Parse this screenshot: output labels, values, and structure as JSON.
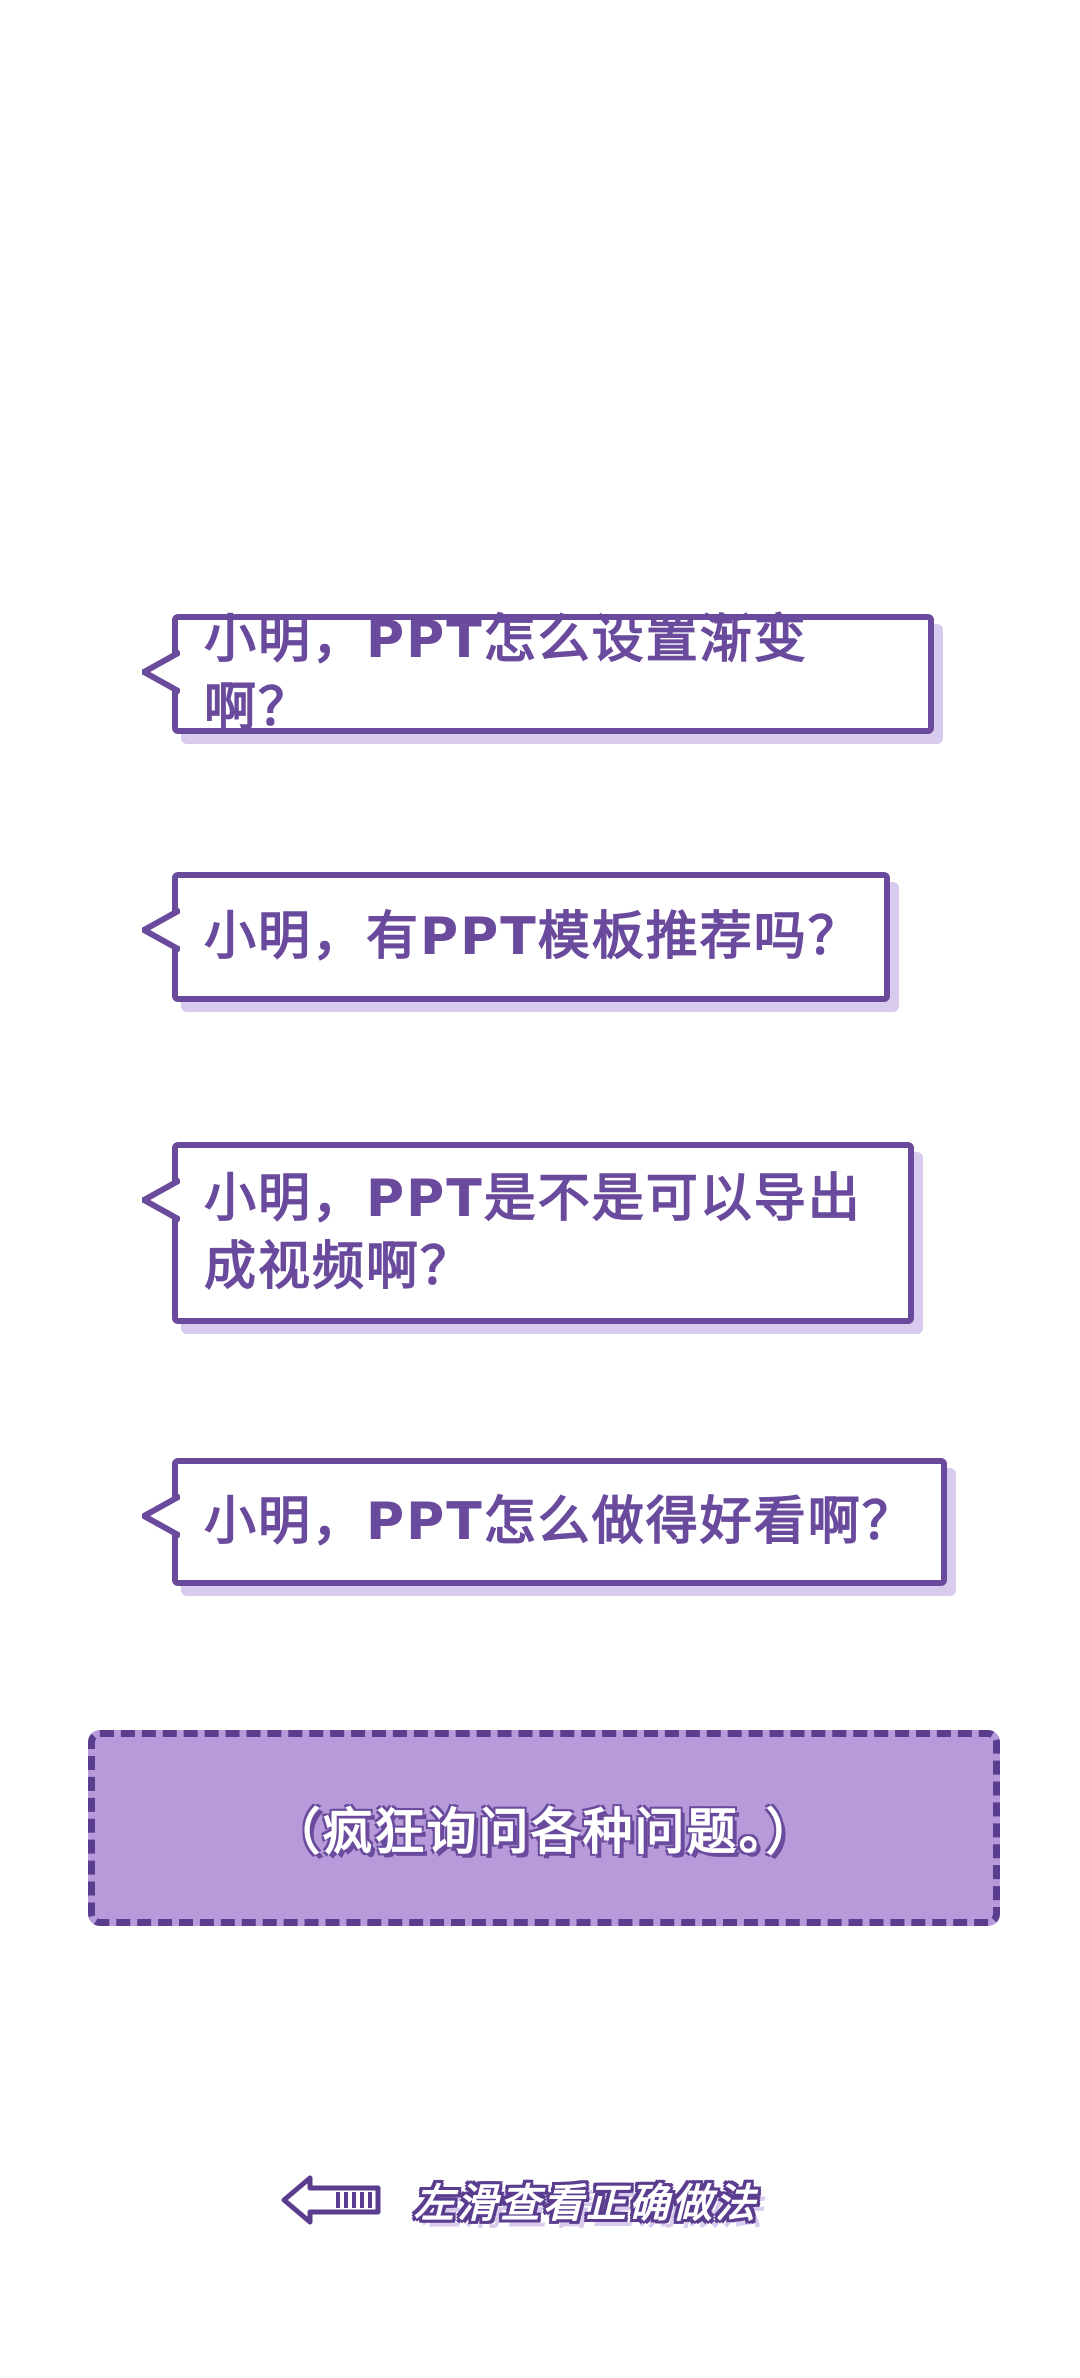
{
  "bubbles": [
    {
      "text": "小明，PPT怎么设置渐变啊？"
    },
    {
      "text": "小明，有PPT模板推荐吗？"
    },
    {
      "text": "小明，PPT是不是可以导出\n成视频啊？"
    },
    {
      "text": "小明，PPT怎么做得好看啊？"
    }
  ],
  "note": {
    "text": "（疯狂询问各种问题。）"
  },
  "swipe_hint": {
    "label": "左滑查看正确做法",
    "icon": "arrow-left-icon"
  },
  "colors": {
    "accent": "#6a4a9c",
    "note_fill": "#b69ad9",
    "shadow": "#d9cbee",
    "background": "#ffffff"
  }
}
